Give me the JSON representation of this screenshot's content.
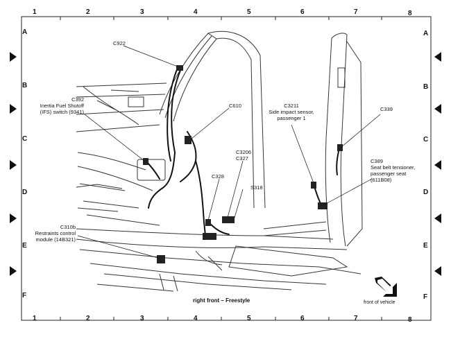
{
  "grid": {
    "columns": [
      "1",
      "2",
      "3",
      "4",
      "5",
      "6",
      "7",
      "8"
    ],
    "rows": [
      "A",
      "B",
      "C",
      "D",
      "E",
      "F"
    ]
  },
  "callouts": {
    "c922": "C922",
    "c610": "C610",
    "c392": [
      "C392",
      "Inertia Fuel Shutoff",
      "(IFS) switch (9341)"
    ],
    "c3211": [
      "C3211",
      "Side impact sensor,",
      "passenger 1"
    ],
    "c339": "C339",
    "c3206": [
      "C3206",
      "C327"
    ],
    "c328": "C328",
    "s318": "S318",
    "c389": [
      "C389",
      "Seat belt tensioner,",
      "passenger seat",
      "(611B08)"
    ],
    "c310b": [
      "C310b",
      "Restraints control",
      "module (14B321)"
    ]
  },
  "caption": "right front – Freestyle",
  "orientation_label": "front of vehicle"
}
